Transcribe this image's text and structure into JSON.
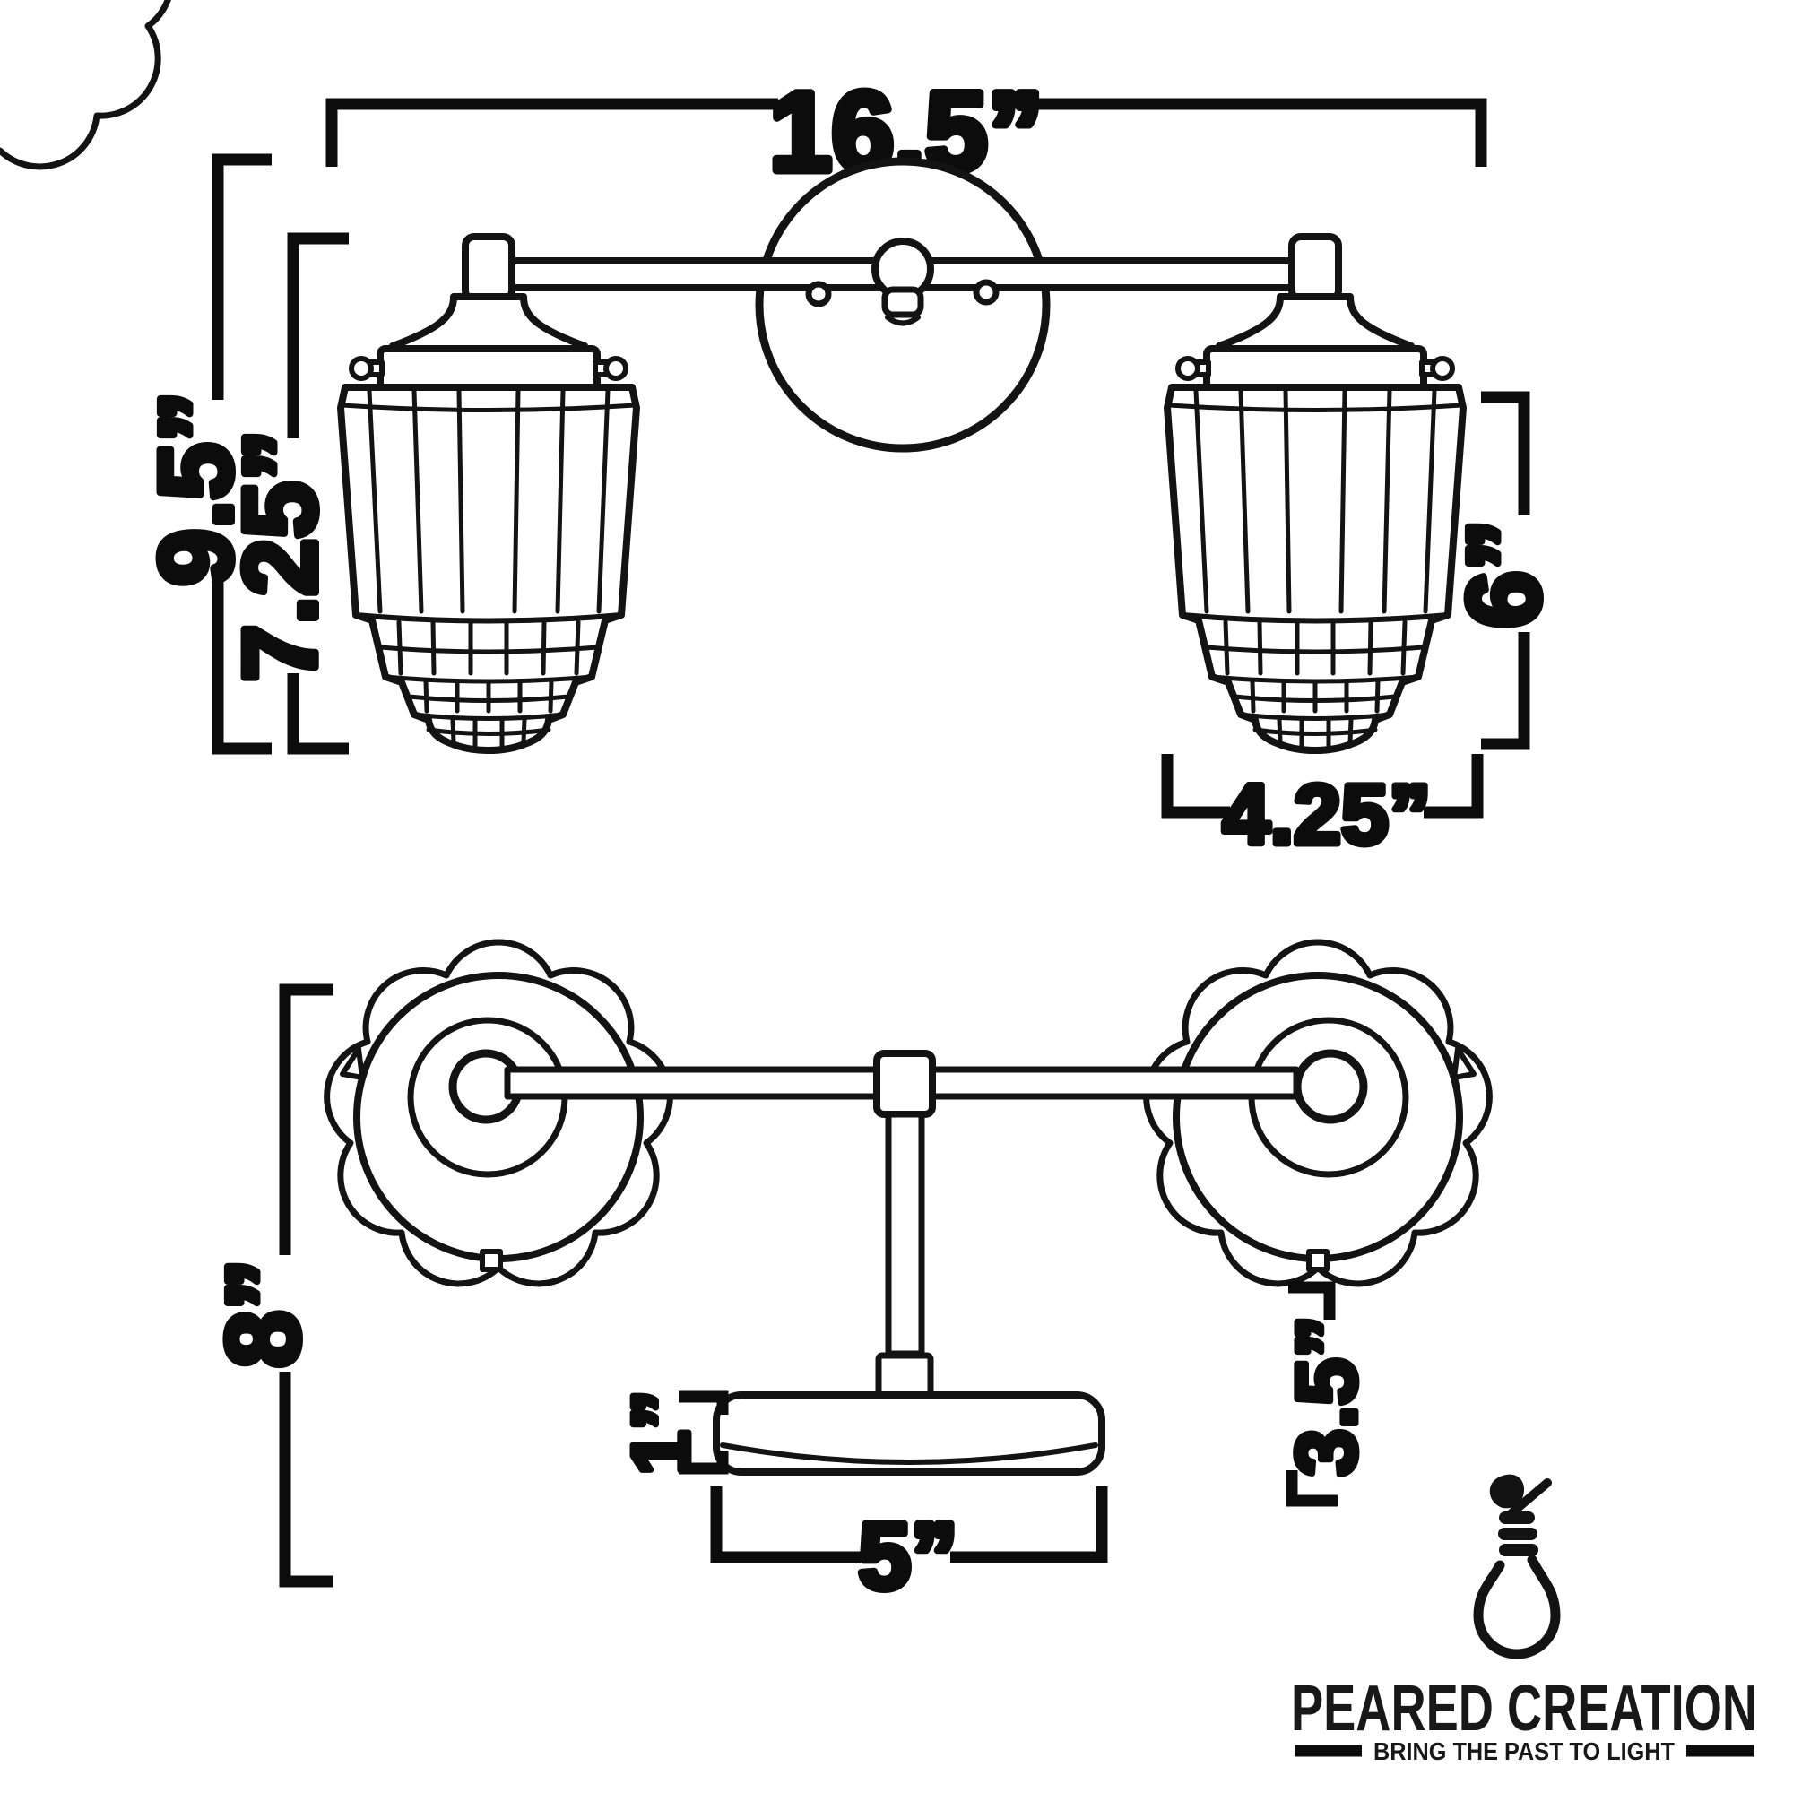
{
  "colors": {
    "background": "#ffffff",
    "ink": "#131313"
  },
  "front_view": {
    "dim_overall_width": "16.5”",
    "dim_overall_height": "9.5”",
    "dim_body_height": "7.25”",
    "dim_shade_height": "6”",
    "dim_shade_width": "4.25”"
  },
  "bottom_view": {
    "dim_overall_projection": "8”",
    "dim_shade_projection": "3.5”",
    "dim_canopy_thickness": "1”",
    "dim_canopy_diameter": "5”"
  },
  "logo": {
    "icon": "pear-lightbulb-icon",
    "brand": "PEARED CREATION",
    "tagline": "BRING THE PAST TO LIGHT"
  }
}
